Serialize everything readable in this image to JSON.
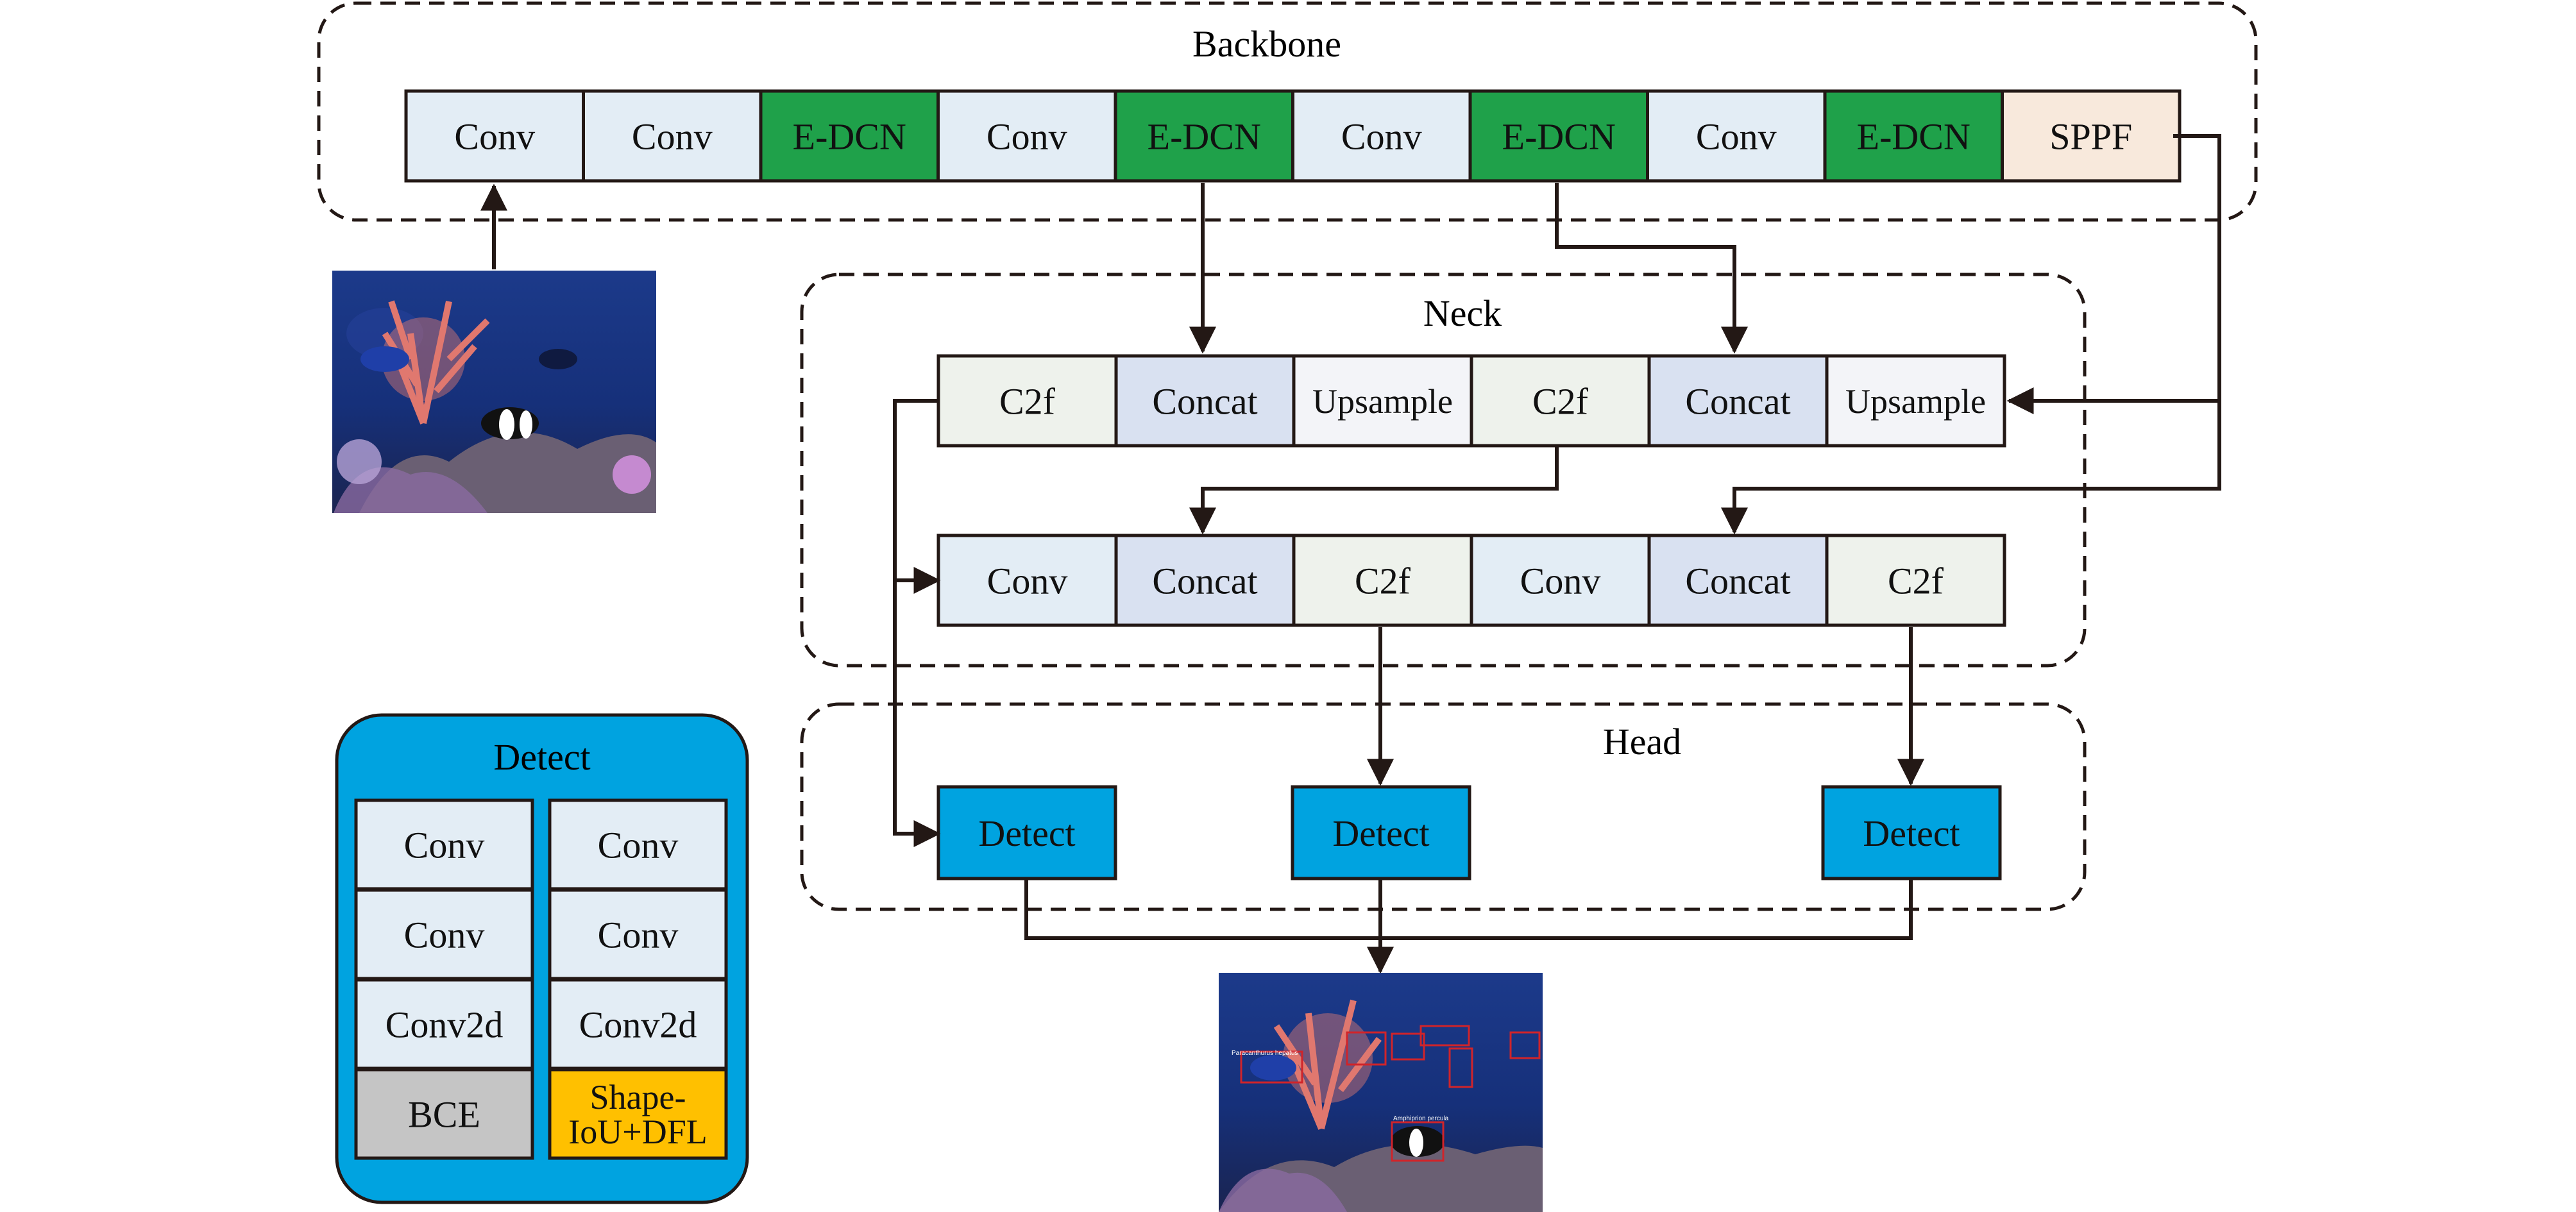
{
  "sections": {
    "backbone": "Backbone",
    "neck": "Neck",
    "head": "Head"
  },
  "backbone_blocks": [
    "Conv",
    "Conv",
    "E-DCN",
    "Conv",
    "E-DCN",
    "Conv",
    "E-DCN",
    "Conv",
    "E-DCN",
    "SPPF"
  ],
  "neck_row1": [
    "C2f",
    "Concat",
    "Upsample",
    "C2f",
    "Concat",
    "Upsample"
  ],
  "neck_row2": [
    "Conv",
    "Concat",
    "C2f",
    "Conv",
    "Concat",
    "C2f"
  ],
  "head_blocks": [
    "Detect",
    "Detect",
    "Detect"
  ],
  "detect_module": {
    "title": "Detect",
    "left_column": [
      "Conv",
      "Conv",
      "Conv2d",
      "BCE"
    ],
    "right_column": [
      "Conv",
      "Conv",
      "Conv2d",
      "Shape-IoU+DFL"
    ]
  },
  "output_labels": [
    "Paracanthurus hepatus",
    "Amphiprion percula"
  ],
  "colors": {
    "conv": "#e3edf5",
    "edcn": "#1fa14a",
    "sppf": "#f8e9dc",
    "c2f": "#eef2ec",
    "concat": "#d9e1f1",
    "upsample": "#f3f4f8",
    "detect": "#00a3e0",
    "bce": "#c5c5c5",
    "shape_iou": "#ffc000",
    "line": "#231815"
  }
}
